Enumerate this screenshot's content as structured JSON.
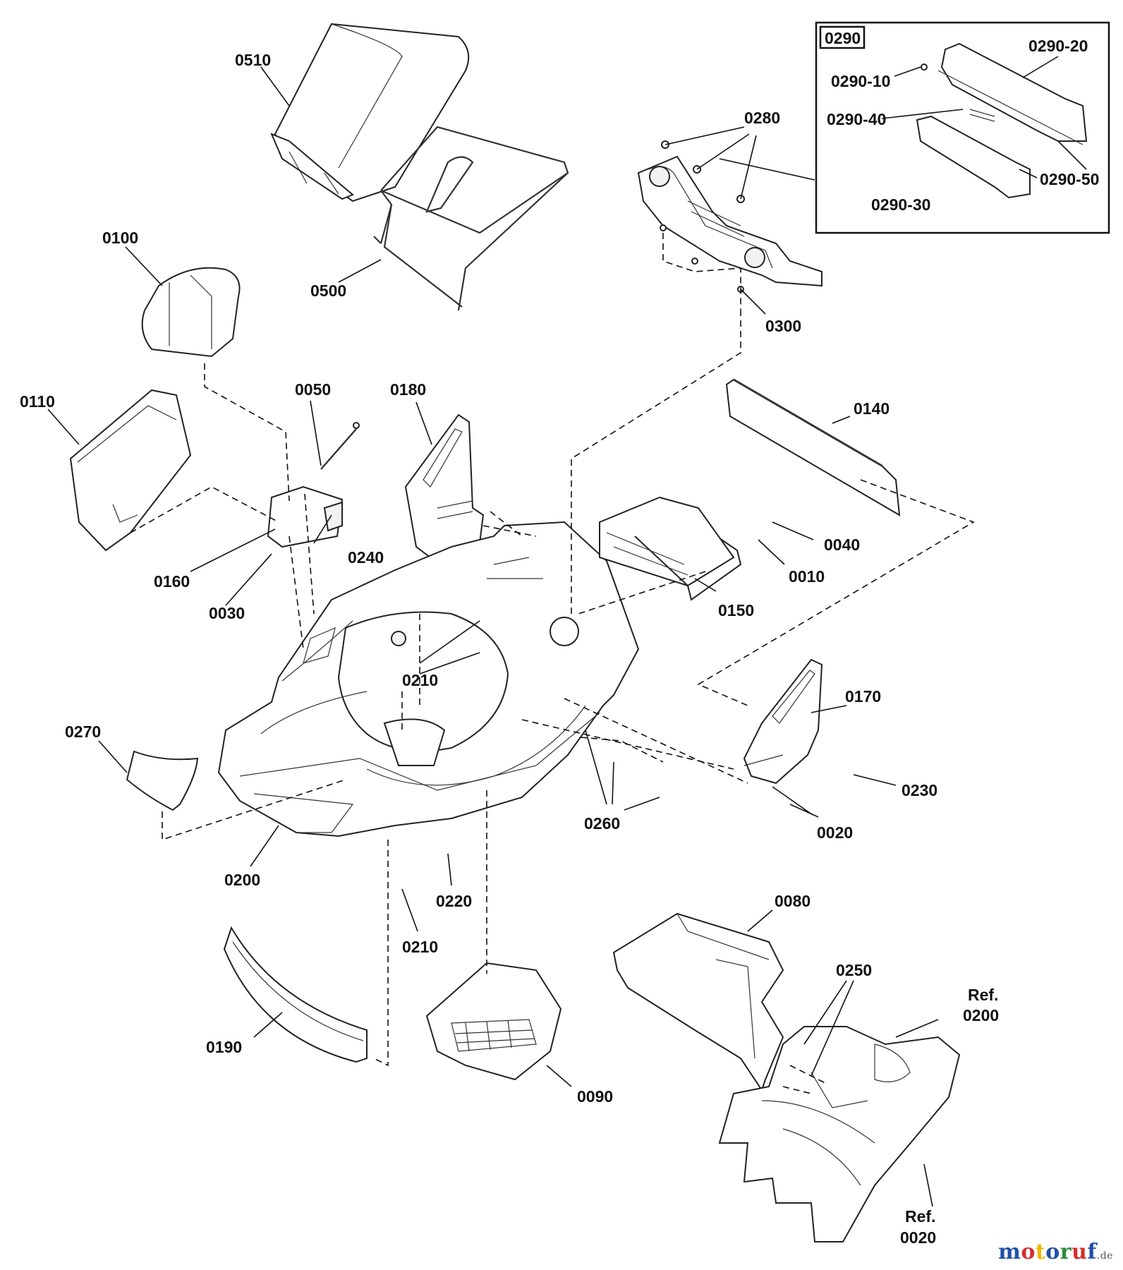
{
  "callouts": [
    {
      "id": "c0510",
      "text": "0510"
    },
    {
      "id": "c0500",
      "text": "0500"
    },
    {
      "id": "c0100",
      "text": "0100"
    },
    {
      "id": "c0110",
      "text": "0110"
    },
    {
      "id": "c0050",
      "text": "0050"
    },
    {
      "id": "c0180",
      "text": "0180"
    },
    {
      "id": "c0160",
      "text": "0160"
    },
    {
      "id": "c0240",
      "text": "0240"
    },
    {
      "id": "c0030",
      "text": "0030"
    },
    {
      "id": "c0280",
      "text": "0280"
    },
    {
      "id": "c0300",
      "text": "0300"
    },
    {
      "id": "c0140",
      "text": "0140"
    },
    {
      "id": "c0040",
      "text": "0040"
    },
    {
      "id": "c0010",
      "text": "0010"
    },
    {
      "id": "c0150",
      "text": "0150"
    },
    {
      "id": "c0210a",
      "text": "0210"
    },
    {
      "id": "c0170",
      "text": "0170"
    },
    {
      "id": "c0270",
      "text": "0270"
    },
    {
      "id": "c0230",
      "text": "0230"
    },
    {
      "id": "c0260",
      "text": "0260"
    },
    {
      "id": "c0020",
      "text": "0020"
    },
    {
      "id": "c0200",
      "text": "0200"
    },
    {
      "id": "c0220",
      "text": "0220"
    },
    {
      "id": "c0210b",
      "text": "0210"
    },
    {
      "id": "c0080",
      "text": "0080"
    },
    {
      "id": "c0250",
      "text": "0250"
    },
    {
      "id": "c0190",
      "text": "0190"
    },
    {
      "id": "c0090",
      "text": "0090"
    }
  ],
  "inset": {
    "title": "0290",
    "callouts": [
      {
        "id": "i20",
        "text": "0290-20"
      },
      {
        "id": "i10",
        "text": "0290-10"
      },
      {
        "id": "i40",
        "text": "0290-40"
      },
      {
        "id": "i50",
        "text": "0290-50"
      },
      {
        "id": "i30",
        "text": "0290-30"
      }
    ]
  },
  "reference_labels": {
    "ref_deck_line1": "Ref.",
    "ref_deck_line2": "0200",
    "ref_screw_line1": "Ref.",
    "ref_screw_line2": "0020"
  },
  "watermark": {
    "letters": [
      "m",
      "o",
      "t",
      "o",
      "r",
      "u",
      "f"
    ],
    "letter_colors": [
      "#1f4fa8",
      "#d32f2f",
      "#f2b600",
      "#1f4fa8",
      "#2e8b3a",
      "#d32f2f",
      "#1f4fa8"
    ],
    "suffix": ".de"
  }
}
